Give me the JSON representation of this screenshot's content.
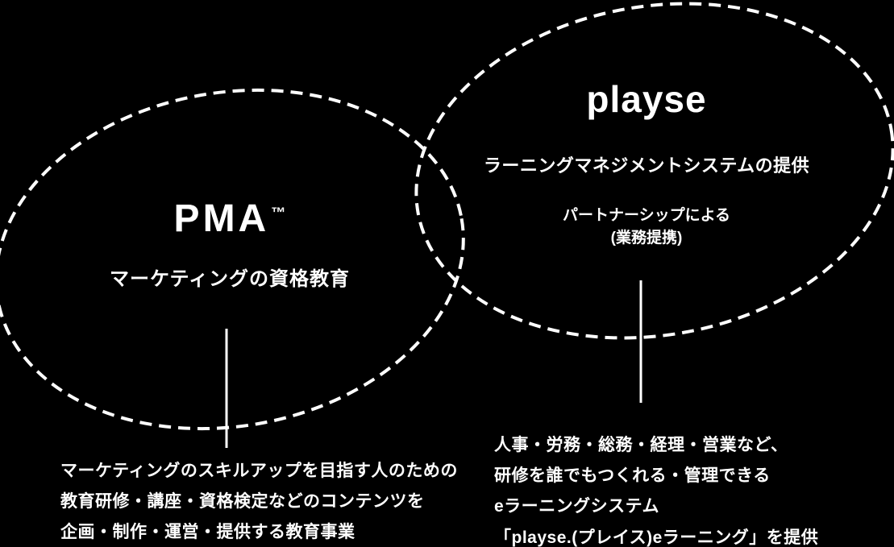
{
  "colors": {
    "background": "#000000",
    "foreground": "#ffffff"
  },
  "left_circle": {
    "title": "PMA",
    "trademark": "™",
    "subtitle": "マーケティングの資格教育"
  },
  "right_circle": {
    "logo": "playse",
    "subtitle": "ラーニングマネジメントシステムの提供",
    "note_lines": [
      "パートナーシップによる",
      "(業務提携)"
    ]
  },
  "left_description": {
    "lines": [
      "マーケティングのスキルアップを目指す人のための",
      "教育研修・講座・資格検定などのコンテンツを",
      "企画・制作・運営・提供する教育事業"
    ]
  },
  "right_description": {
    "lines": [
      "人事・労務・総務・経理・営業など、",
      "研修を誰でもつくれる・管理できる",
      "eラーニングシステム",
      "「playse.(プレイス)eラーニング」を提供"
    ]
  }
}
